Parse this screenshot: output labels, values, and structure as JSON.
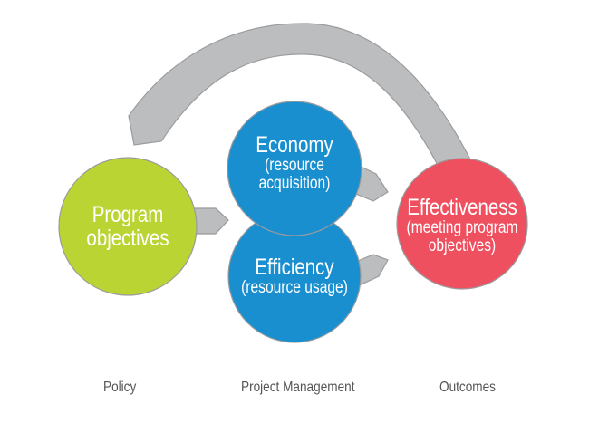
{
  "colors": {
    "green": "#b9d433",
    "blue": "#1a8fd0",
    "red": "#ef5060",
    "connector": "#bcbdbf",
    "connector_stroke": "#9a9b9d",
    "label": "#555555"
  },
  "nodes": {
    "program_objectives": {
      "title": "Program",
      "subtitle": "objectives"
    },
    "economy": {
      "title": "Economy",
      "subtitle_line1": "(resource",
      "subtitle_line2": "acquisition)"
    },
    "efficiency": {
      "title": "Efficiency",
      "subtitle": "(resource usage)"
    },
    "effectiveness": {
      "title": "Effectiveness",
      "subtitle_line1": "(meeting program",
      "subtitle_line2": "objectives)"
    }
  },
  "sections": {
    "policy": "Policy",
    "project_management": "Project Management",
    "outcomes": "Outcomes"
  }
}
